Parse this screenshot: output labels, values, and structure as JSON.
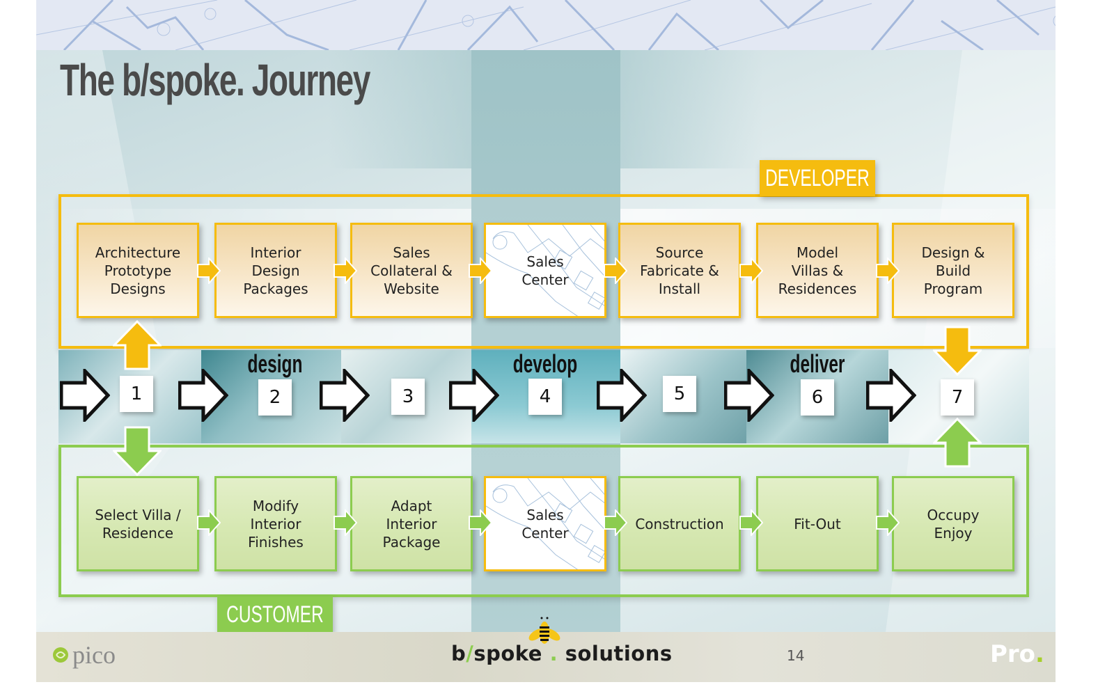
{
  "slide": {
    "title": "The b/spoke. Journey",
    "page_number": "14"
  },
  "lanes": {
    "developer": {
      "label": "DEVELOPER",
      "color": "#f5bc0f",
      "steps": [
        {
          "label": "Architecture\nPrototype\nDesigns"
        },
        {
          "label": "Interior\nDesign\nPackages"
        },
        {
          "label": "Sales\nCollateral &\nWebsite"
        },
        {
          "label": "Sales\nCenter"
        },
        {
          "label": "Source\nFabricate &\nInstall"
        },
        {
          "label": "Model\nVillas &\nResidences"
        },
        {
          "label": "Design &\nBuild\nProgram"
        }
      ]
    },
    "customer": {
      "label": "CUSTOMER",
      "color": "#8ccc4f",
      "steps": [
        {
          "label": "Select Villa /\nResidence"
        },
        {
          "label": "Modify\nInterior\nFinishes"
        },
        {
          "label": "Adapt\nInterior\nPackage"
        },
        {
          "label": "Sales\nCenter"
        },
        {
          "label": "Construction"
        },
        {
          "label": "Fit-Out"
        },
        {
          "label": "Occupy\nEnjoy"
        }
      ]
    }
  },
  "stages": [
    {
      "number": "1",
      "word": ""
    },
    {
      "number": "2",
      "word": "design"
    },
    {
      "number": "3",
      "word": ""
    },
    {
      "number": "4",
      "word": "develop"
    },
    {
      "number": "5",
      "word": ""
    },
    {
      "number": "6",
      "word": "deliver"
    },
    {
      "number": "7",
      "word": ""
    }
  ],
  "footer": {
    "left_logo": "pico",
    "brand_part1": "b",
    "brand_slash": "/",
    "brand_part2": "spoke ",
    "brand_dot": ".",
    "brand_part3": " solutions",
    "right_logo": "Pro",
    "right_logo_dot": "."
  }
}
